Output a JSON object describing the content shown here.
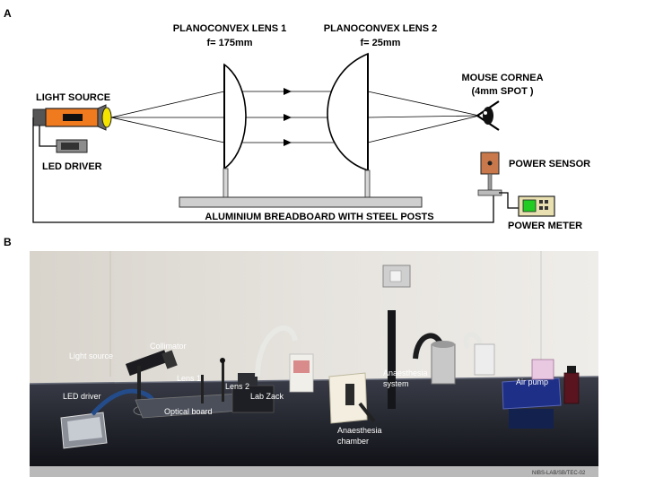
{
  "panel_a": {
    "letter": "A",
    "lens1": {
      "title": "PLANOCONVEX LENS 1",
      "focal": "f= 175mm"
    },
    "lens2": {
      "title": "PLANOCONVEX LENS 2",
      "focal": "f= 25mm"
    },
    "light_source": "LIGHT SOURCE",
    "led_driver": "LED DRIVER",
    "mouse_cornea": "MOUSE CORNEA",
    "spot": "(4mm SPOT )",
    "power_sensor": "POWER SENSOR",
    "power_meter": "POWER METER",
    "breadboard": "ALUMINIUM BREADBOARD WITH STEEL POSTS",
    "colors": {
      "source_body": "#f07a1e",
      "beam_tip": "#f5e400",
      "sensor": "#c8784a",
      "meter_screen": "#22cc22"
    }
  },
  "panel_b": {
    "letter": "B",
    "labels": {
      "collimator": "Collimator",
      "light_source": "Light source",
      "lens1": "Lens 1",
      "lens2": "Lens 2",
      "lab_zack": "Lab Zack",
      "led_driver": "LED driver",
      "optical_board": "Optical board",
      "anaesthesia_system_1": "Anaesthesia",
      "anaesthesia_system_2": "system",
      "air_pump": "Air pump",
      "anaesthesia_chamber_1": "Anaesthesia",
      "anaesthesia_chamber_2": "chamber"
    },
    "corner_tag": "NIBS-LAB/SB/TEC-02"
  }
}
